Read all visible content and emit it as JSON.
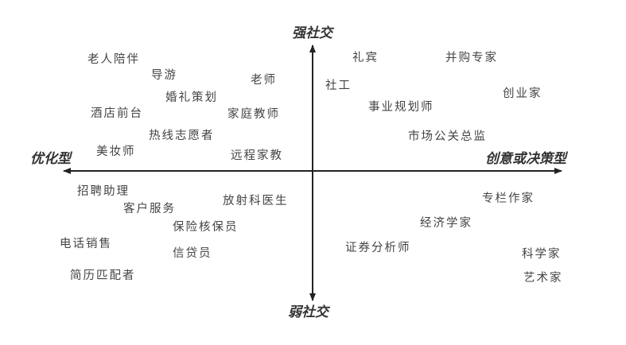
{
  "axes": {
    "top": "强社交",
    "bottom": "弱社交",
    "left": "优化型",
    "right": "创意或决策型"
  },
  "colors": {
    "text": "#444444",
    "axis": "#222222"
  },
  "items": [
    "老人陪伴",
    "导游",
    "老师",
    "婚礼策划",
    "酒店前台",
    "家庭教师",
    "热线志愿者",
    "美妆师",
    "远程家教",
    "招聘助理",
    "客户服务",
    "放射科医生",
    "保险核保员",
    "电话销售",
    "信贷员",
    "简历匹配者",
    "礼宾",
    "并购专家",
    "社工",
    "创业家",
    "事业规划师",
    "市场公关总监",
    "专栏作家",
    "经济学家",
    "证券分析师",
    "科学家",
    "艺术家"
  ]
}
